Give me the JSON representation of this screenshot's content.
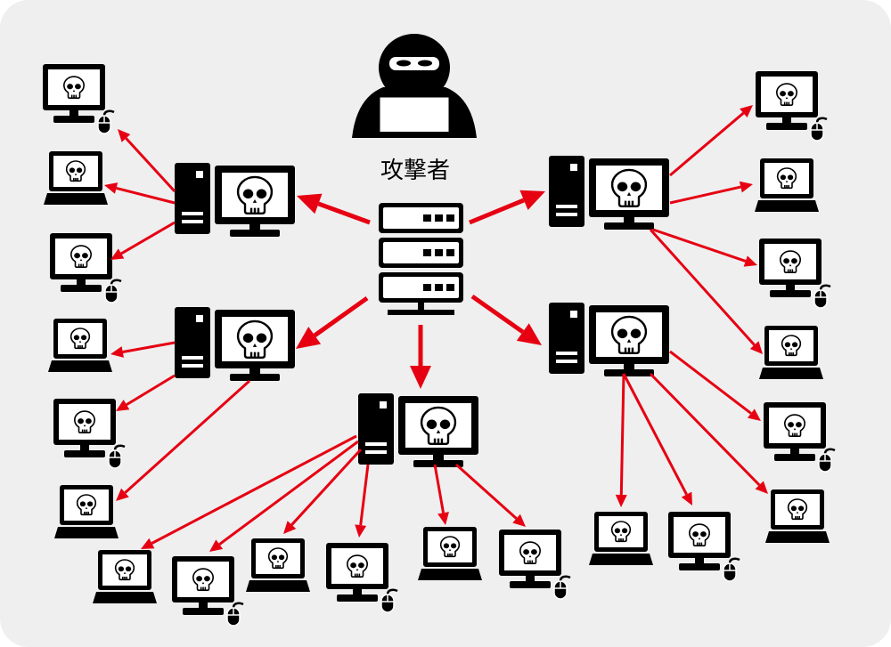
{
  "labels": {
    "attacker": "攻撃者"
  },
  "colors": {
    "arrow": "#e60012",
    "background": "#efefef",
    "icon": "#000000",
    "screen": "#ffffff"
  },
  "infection_icon": "skull-icon",
  "nodes": [
    {
      "icon": "attacker-icon"
    },
    {
      "icon": "server-icon"
    },
    {
      "icon": "infected-pc-icon"
    },
    {
      "icon": "infected-pc-icon"
    },
    {
      "icon": "infected-pc-icon"
    },
    {
      "icon": "infected-pc-icon"
    },
    {
      "icon": "infected-pc-icon"
    },
    {
      "icon": "infected-desktop-icon"
    },
    {
      "icon": "infected-laptop-icon"
    },
    {
      "icon": "infected-desktop-icon"
    },
    {
      "icon": "infected-laptop-icon"
    },
    {
      "icon": "infected-desktop-icon"
    },
    {
      "icon": "infected-laptop-icon"
    },
    {
      "icon": "infected-laptop-icon"
    },
    {
      "icon": "infected-desktop-icon"
    },
    {
      "icon": "infected-laptop-icon"
    },
    {
      "icon": "infected-desktop-icon"
    },
    {
      "icon": "infected-laptop-icon"
    },
    {
      "icon": "infected-desktop-icon"
    },
    {
      "icon": "infected-laptop-icon"
    },
    {
      "icon": "infected-desktop-icon"
    },
    {
      "icon": "infected-desktop-icon"
    },
    {
      "icon": "infected-laptop-icon"
    },
    {
      "icon": "infected-desktop-icon"
    },
    {
      "icon": "infected-laptop-icon"
    },
    {
      "icon": "infected-desktop-icon"
    },
    {
      "icon": "infected-laptop-icon"
    }
  ],
  "edges": [
    [
      1,
      2
    ],
    [
      1,
      5
    ],
    [
      1,
      3
    ],
    [
      1,
      6
    ],
    [
      1,
      4
    ],
    [
      2,
      7
    ],
    [
      2,
      8
    ],
    [
      2,
      9
    ],
    [
      3,
      10
    ],
    [
      3,
      11
    ],
    [
      3,
      12
    ],
    [
      4,
      13
    ],
    [
      4,
      14
    ],
    [
      4,
      15
    ],
    [
      4,
      16
    ],
    [
      4,
      17
    ],
    [
      4,
      18
    ],
    [
      5,
      21
    ],
    [
      5,
      22
    ],
    [
      5,
      23
    ],
    [
      5,
      24
    ],
    [
      6,
      19
    ],
    [
      6,
      20
    ],
    [
      6,
      25
    ],
    [
      6,
      26
    ]
  ]
}
